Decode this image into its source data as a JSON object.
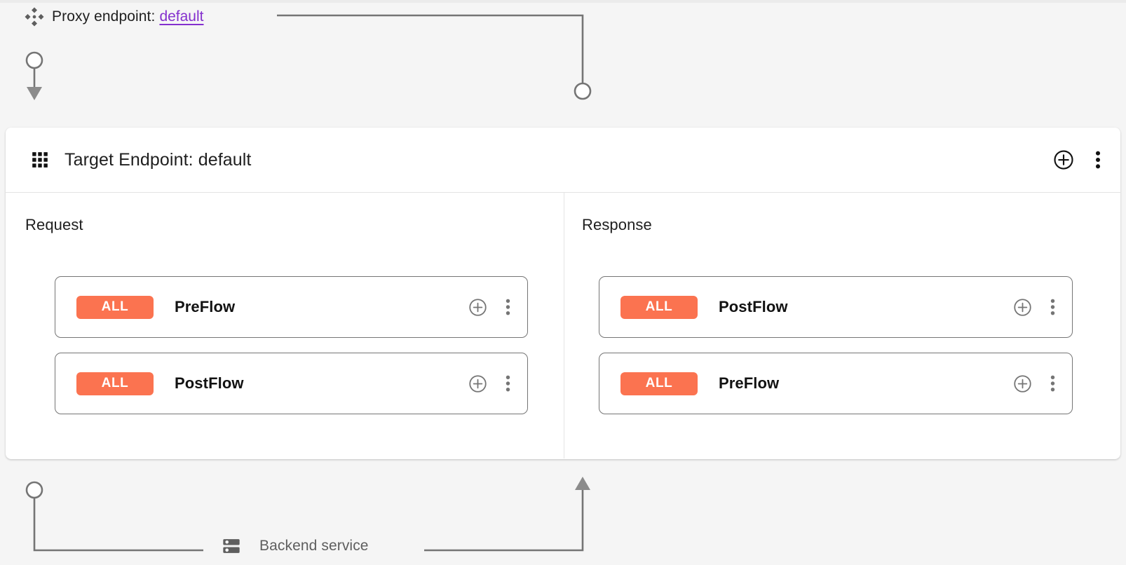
{
  "theme": {
    "page_background": "#f5f5f5",
    "panel_background": "#ffffff",
    "badge_color": "#fb7350",
    "link_color": "#8430ce",
    "connector_color": "#757575",
    "text_color": "#1f1f1f",
    "muted_text_color": "#5e5e5e"
  },
  "proxy": {
    "icon": "hub-diamond-icon",
    "label": "Proxy endpoint:",
    "value": "default"
  },
  "target_panel": {
    "icon": "grid-dots-icon",
    "title": "Target Endpoint: default",
    "actions": {
      "add": "add-circle-icon",
      "more": "more-vert-icon"
    }
  },
  "columns": [
    {
      "key": "request",
      "heading": "Request",
      "flows": [
        {
          "badge": "ALL",
          "name": "PreFlow",
          "add_icon": "add-circle-icon",
          "more_icon": "more-vert-icon"
        },
        {
          "badge": "ALL",
          "name": "PostFlow",
          "add_icon": "add-circle-icon",
          "more_icon": "more-vert-icon"
        }
      ]
    },
    {
      "key": "response",
      "heading": "Response",
      "flows": [
        {
          "badge": "ALL",
          "name": "PostFlow",
          "add_icon": "add-circle-icon",
          "more_icon": "more-vert-icon"
        },
        {
          "badge": "ALL",
          "name": "PreFlow",
          "add_icon": "add-circle-icon",
          "more_icon": "more-vert-icon"
        }
      ]
    }
  ],
  "backend": {
    "icon": "server-rack-icon",
    "label": "Backend service"
  }
}
